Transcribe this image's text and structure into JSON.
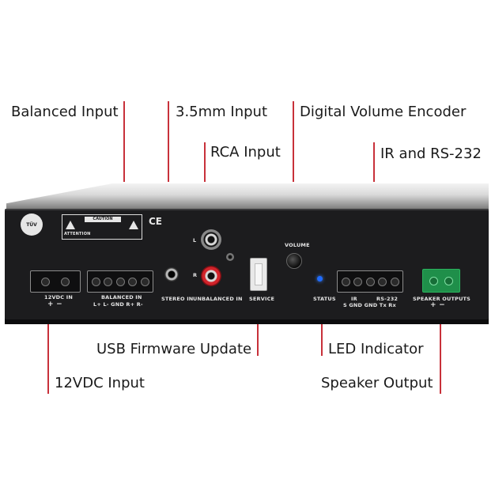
{
  "callouts": {
    "balanced_input": "Balanced Input",
    "input_35mm": "3.5mm Input",
    "digital_volume_encoder": "Digital Volume Encoder",
    "rca_input": "RCA Input",
    "ir_rs232": "IR and RS-232",
    "usb_firmware_update": "USB Firmware Update",
    "led_indicator": "LED Indicator",
    "input_12vdc": "12VDC Input",
    "speaker_output": "Speaker Output"
  },
  "panel": {
    "tuv_mark": "TÜV",
    "caution": "CAUTION",
    "attention": "ATTENTION",
    "ce_mark": "CE",
    "vdc_in": "12VDC IN",
    "vdc_polarity": "+   −",
    "balanced_in": "BALANCED IN",
    "balanced_pins": "L+  L-  GND  R+  R-",
    "stereo_in": "STEREO IN",
    "unbalanced_in": "UNBALANCED IN",
    "rca_left": "L",
    "rca_right": "R",
    "service": "SERVICE",
    "volume": "VOLUME",
    "status": "STATUS",
    "ir": "IR",
    "rs232": "RS-232",
    "ir_rs232_pins": "S  GND  GND  Tx  Rx",
    "speaker_outputs": "SPEAKER OUTPUTS",
    "speaker_polarity": "+   −"
  },
  "colors": {
    "leader": "#c8313a",
    "panel": "#1c1c1e",
    "led": "#1f6bff",
    "speaker_terminal": "#1f8f4a",
    "rca_red": "#d2232a"
  }
}
